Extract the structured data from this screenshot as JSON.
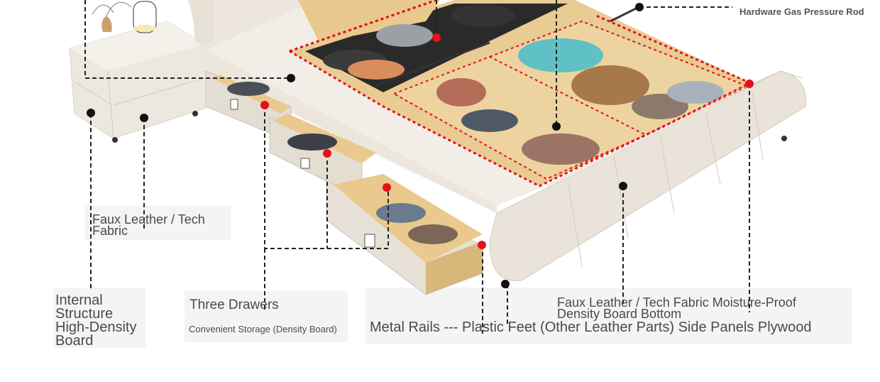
{
  "labels": {
    "gas_rod": "Hardware Gas Pressure Rod",
    "faux_leather_left": "Faux Leather / Tech Fabric",
    "internal_structure": "Internal Structure High-Density Board",
    "three_drawers": "Three Drawers",
    "convenient_storage": "Convenient Storage (Density Board)",
    "moisture_proof": "Faux Leather / Tech Fabric Moisture-Proof Density Board Bottom",
    "metal_rails": "Metal Rails --- Plastic Feet (Other Leather Parts) Side Panels Plywood"
  },
  "colors": {
    "marker_black": "#111111",
    "marker_red": "#e3121b",
    "leather": "#e8e2d8",
    "wood": "#e9c98d"
  }
}
